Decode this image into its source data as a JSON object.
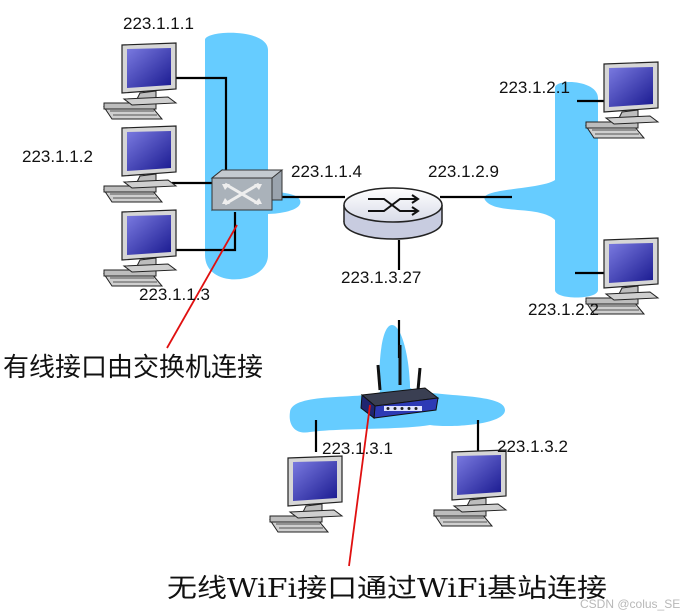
{
  "labels": {
    "h111": "223.1.1.1",
    "h112": "223.1.1.2",
    "h113": "223.1.1.3",
    "r114": "223.1.1.4",
    "r129": "223.1.2.9",
    "h121": "223.1.2.1",
    "h122": "223.1.2.2",
    "r1327": "223.1.3.27",
    "h131": "223.1.3.1",
    "h132": "223.1.3.2"
  },
  "annotations": {
    "wired": "有线接口由交换机连接",
    "wifi": "无线WiFi接口通过WiFi基站连接"
  },
  "watermark": "CSDN @colus_SEU",
  "colors": {
    "subnet": "#66ccff",
    "link": "#000000",
    "pointer": "#e01010"
  },
  "icons": {
    "host": "desktop-computer-icon",
    "switch": "switch-icon",
    "router": "router-icon",
    "access_point": "wifi-access-point-icon"
  }
}
